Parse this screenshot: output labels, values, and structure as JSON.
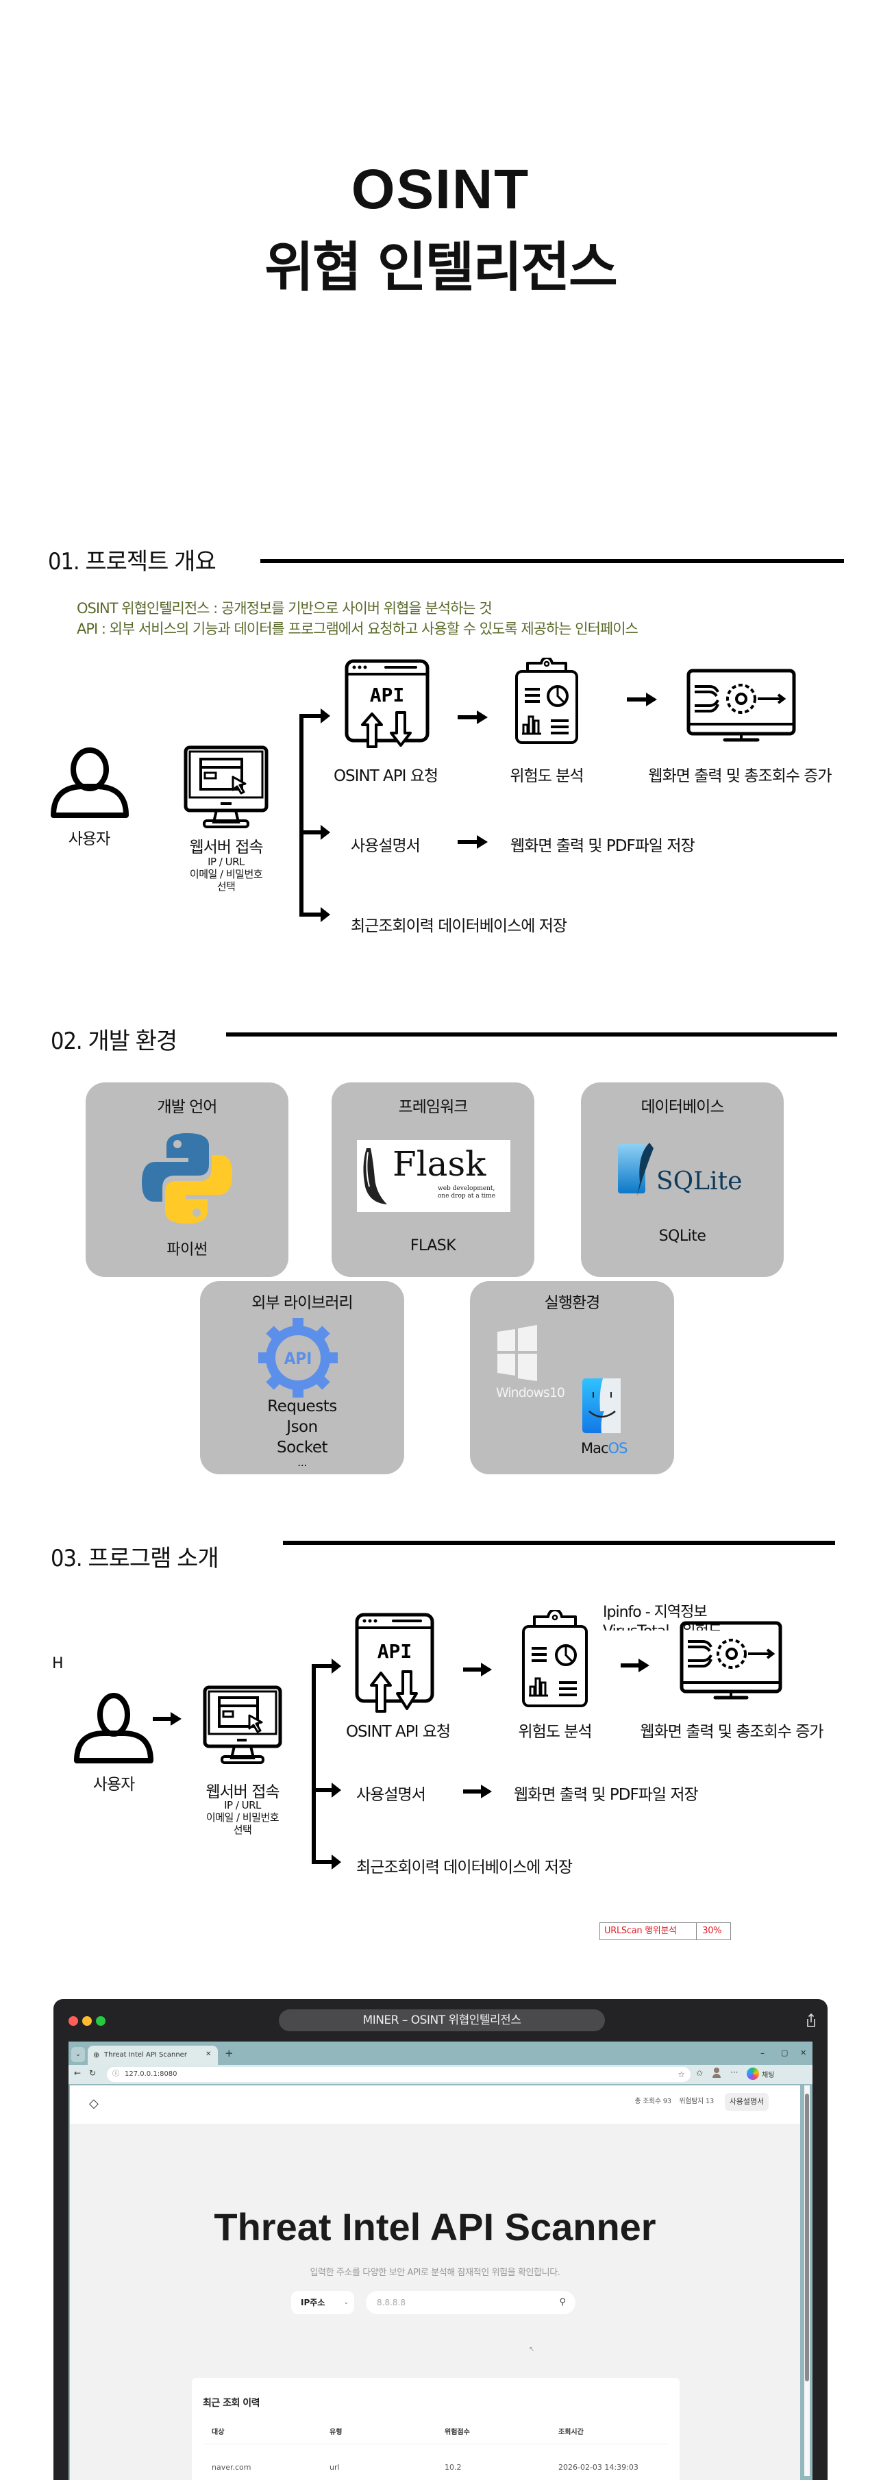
{
  "title": {
    "line1": "OSINT",
    "line2": "위협 인텔리전스"
  },
  "section1": {
    "heading": "01. 프로젝트 개요",
    "intro": [
      "OSINT 위협인텔리전스 : 공개정보를 기반으로 사이버 위협을 분석하는 것",
      "API : 외부 서비스의 기능과 데이터를 프로그램에서 요청하고 사용할 수 있도록 제공하는 인터페이스"
    ],
    "flow": {
      "user": "사용자",
      "webserver": "웹서버 접속",
      "webserver_sub": [
        "IP / URL",
        "이메일 / 비밀번호",
        "선택"
      ],
      "api_request": "OSINT API 요청",
      "risk_analysis": "위험도 분석",
      "web_output_count": "웹화면 출력 및 총조회수 증가",
      "manual": "사용설명서",
      "web_output_pdf": "웹화면 출력 및 PDF파일 저장",
      "history_db": "최근조회이력 데이터베이스에 저장",
      "api_icon_text": "API"
    }
  },
  "section2": {
    "heading": "02. 개발 환경",
    "cards": [
      {
        "title": "개발 언어",
        "sub": "파이썬",
        "icon": "python-logo"
      },
      {
        "title": "프레임워크",
        "sub": "FLASK",
        "icon": "flask-logo",
        "logo_text": "Flask",
        "tagline": [
          "web development,",
          "one drop at a time"
        ]
      },
      {
        "title": "데이터베이스",
        "sub": "SQLite",
        "icon": "sqlite-logo",
        "logo_text": "SQLite"
      },
      {
        "title": "외부 라이브러리",
        "sub_lines": [
          "Requests",
          "Json",
          "Socket",
          "..."
        ],
        "icon": "api-gear",
        "icon_text": "API"
      },
      {
        "title": "실행환경",
        "windows_label": "Windows10",
        "mac_label_a": "Mac",
        "mac_label_b": "OS"
      }
    ]
  },
  "section3": {
    "heading": "03. 프로그램 소개",
    "stray_letter": "H",
    "notes": [
      "Ipinfo - 지역정보",
      "VirusTotal - 위험도"
    ],
    "flow": {
      "user": "사용자",
      "webserver": "웹서버 접속",
      "webserver_sub": [
        "IP / URL",
        "이메일 / 비밀번호",
        "선택"
      ],
      "api_request": "OSINT API 요청",
      "risk_analysis": "위험도 분석",
      "web_output_count": "웹화면 출력 및 총조회수 증가",
      "manual": "사용설명서",
      "web_output_pdf": "웹화면 출력 및 PDF파일 저장",
      "history_db": "최근조회이력 데이터베이스에 저장",
      "api_icon_text": "API"
    },
    "weight_table": {
      "label": "URLScan 행위분석",
      "value": "30%",
      "color": "#e0202a"
    }
  },
  "app_window": {
    "window_title": "MINER – OSINT 위협인텔리전스",
    "traffic_lights": [
      "#ff5f57",
      "#febc2e",
      "#28c840"
    ],
    "browser": {
      "tab_title": "Threat Intel API Scanner",
      "url": "127.0.0.1:8080",
      "chat_label": "채팅",
      "window_controls": [
        "–",
        "▢",
        "✕"
      ]
    },
    "page": {
      "stats_total_label": "총 조회수",
      "stats_total_value": "93",
      "stats_risk_label": "위험탐지",
      "stats_risk_value": "13",
      "guide_button": "사용설명서",
      "hero_title": "Threat Intel API Scanner",
      "hero_subtitle": "입력한 주소를 다양한 보안 API로 분석해 잠재적인 위험을 확인합니다.",
      "type_select": "IP주소",
      "search_placeholder": "8.8.8.8",
      "history": {
        "title": "최근 조회 이력",
        "columns": [
          "대상",
          "유형",
          "위험점수",
          "조회시간"
        ],
        "rows": [
          [
            "naver.com",
            "url",
            "10.2",
            "2026-02-03 14:39:03"
          ]
        ]
      }
    }
  }
}
